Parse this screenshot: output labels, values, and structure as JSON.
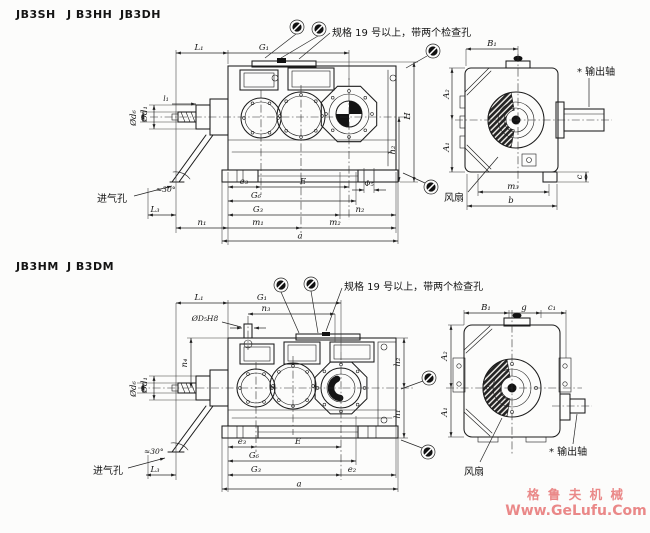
{
  "watermark": {
    "brand": "格 鲁 夫 机 械",
    "site": "Www.GeLufu.Com",
    "color": "#ea8888"
  },
  "fig1": {
    "models": {
      "a": "JB3SH",
      "b": "J B3HH",
      "c": "JB3DH"
    },
    "note": "规格 19 号以上，带两个检查孔",
    "air_inlet": "进气孔",
    "angle": "≈30°",
    "fan": "风扇",
    "output_shaft": "* 输出轴",
    "dims": {
      "L1": "L₁",
      "G1": "G₁",
      "Od1": "Ød₁",
      "Od6": "Ød₆",
      "l1": "l₁",
      "H": "H",
      "h2": "h₂",
      "e3": "e₃",
      "E": "E",
      "phi5": "Φ₅",
      "G6": "G₆",
      "G3": "G₃",
      "n2": "n₂",
      "L3": "L₃",
      "n1": "n₁",
      "m1": "m₁",
      "m2": "m₂",
      "a": "a",
      "B1": "B₁",
      "A2": "A₂",
      "A1": "A₁",
      "m3": "m₃",
      "b": "b",
      "c": "c"
    }
  },
  "fig2": {
    "models": {
      "a": "JB3HM",
      "b": "J B3DM"
    },
    "note": "规格 19 号以上，带两个检查孔",
    "air_inlet": "进气孔",
    "angle": "≈30°",
    "fan": "风扇",
    "output_shaft": "* 输出轴",
    "dims": {
      "L1": "L₁",
      "G1": "G₁",
      "OD5": "ØD₅H8",
      "n3": "n₃",
      "n4": "n₄",
      "Od1": "Ød₁",
      "Od6": "Ød₆",
      "h2": "h₂",
      "h1": "h₁",
      "e3": "e₃",
      "E": "E",
      "G6": "G₆",
      "G3": "G₃",
      "e2": "e₂",
      "L3": "L₃",
      "a": "a",
      "B1": "B₁",
      "g": "g",
      "c1": "c₁",
      "A2": "A₂",
      "A1": "A₁"
    }
  }
}
